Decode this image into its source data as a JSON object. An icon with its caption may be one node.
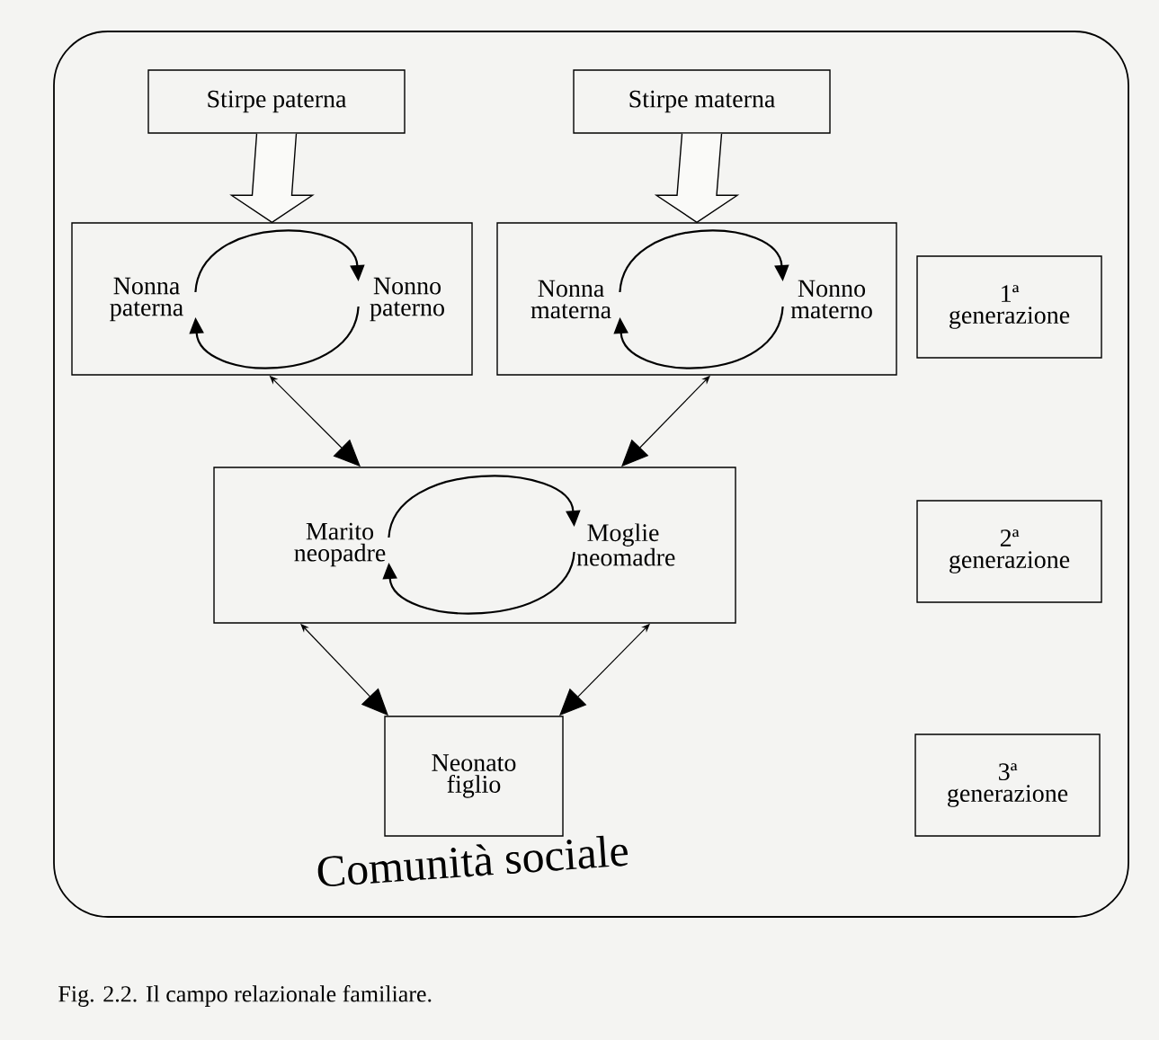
{
  "diagram": {
    "caption": "Fig. 2.2. Il campo relazionale familiare.",
    "nodes": [
      {
        "text": [
          "Comunità sociale"
        ]
      },
      {
        "text": [
          "Stirpe paterna"
        ],
        "in": 0
      },
      {
        "text": [
          "Stirpe materna"
        ],
        "in": 0
      },
      {
        "text": [],
        "shape": "box",
        "in": 0
      },
      {
        "text": [
          "Nonna paterna"
        ],
        "in": 3
      },
      {
        "text": [
          "Nonno paterno"
        ],
        "in": 3
      },
      {
        "text": [],
        "shape": "box",
        "in": 0
      },
      {
        "text": [
          "Nonna materna"
        ],
        "in": 6
      },
      {
        "text": [
          "Nonno materno"
        ],
        "in": 6
      },
      {
        "text": [
          "1ª generazione"
        ],
        "in": 0
      },
      {
        "text": [],
        "shape": "box",
        "in": 0
      },
      {
        "text": [
          "Marito neopadre"
        ],
        "in": 10
      },
      {
        "text": [
          "Moglie neomadre"
        ],
        "in": 10
      },
      {
        "text": [
          "2ª generazione"
        ],
        "in": 0
      },
      {
        "text": [
          "Neonato figlio"
        ],
        "in": 0
      },
      {
        "text": [
          "3ª generazione"
        ],
        "in": 0
      }
    ],
    "edges": [
      {
        "from": 1,
        "to": 3,
        "arrow": "to",
        "style": "thick"
      },
      {
        "from": 2,
        "to": 6,
        "arrow": "to",
        "style": "thick"
      },
      {
        "from": 4,
        "to": 5,
        "arrow": "to"
      },
      {
        "from": 5,
        "to": 4,
        "arrow": "to"
      },
      {
        "from": 7,
        "to": 8,
        "arrow": "to"
      },
      {
        "from": 8,
        "to": 7,
        "arrow": "to"
      },
      {
        "from": 11,
        "to": 12,
        "arrow": "to"
      },
      {
        "from": 12,
        "to": 11,
        "arrow": "to"
      },
      {
        "from": 3,
        "to": 10,
        "arrow": "both"
      },
      {
        "from": 6,
        "to": 10,
        "arrow": "both"
      },
      {
        "from": 10,
        "to": 14,
        "arrow": "both"
      },
      {
        "from": 10,
        "to": 14,
        "arrow": "both"
      }
    ]
  }
}
